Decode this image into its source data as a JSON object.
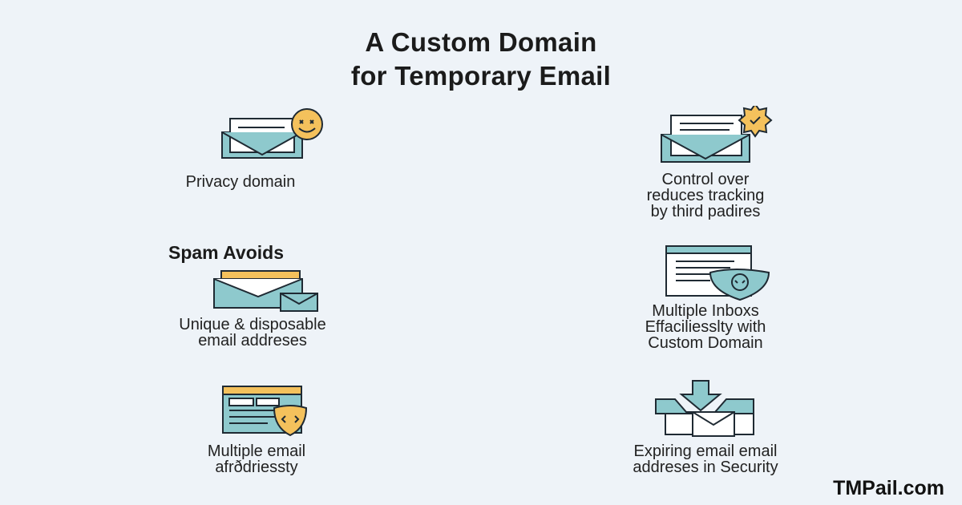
{
  "title": {
    "line1": "A Custom Domain",
    "line2": "for Temporary Email"
  },
  "items": [
    {
      "icon": "smiley-envelope-icon",
      "lines": [
        "Privacy domain"
      ]
    },
    {
      "icon": "gear-envelope-icon",
      "lines": [
        "Control over",
        "reduces tracking",
        "by third padires"
      ]
    },
    {
      "heading": "Spam Avoids",
      "icon": "stacked-envelopes-icon",
      "lines": [
        "Unique & disposable",
        "email addreses"
      ]
    },
    {
      "icon": "inbox-shield-icon",
      "lines": [
        "Multiple Inboxs",
        "Effaciliesslty with",
        "Custom Domain"
      ]
    },
    {
      "icon": "browser-shield-icon",
      "lines": [
        "Multiple email",
        "afrðdriessty"
      ]
    },
    {
      "icon": "download-envelope-icon",
      "lines": [
        "Expiring email email",
        "addreses in Security"
      ]
    }
  ],
  "brand": "TMPail.com",
  "colors": {
    "teal": "#8ec9cd",
    "yellow": "#f4c15c",
    "outline": "#1f2a33",
    "background": "#eef3f8"
  }
}
